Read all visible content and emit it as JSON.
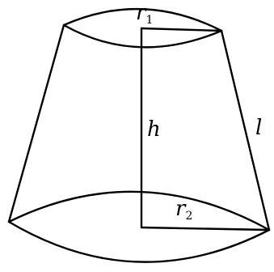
{
  "labels": {
    "top_radius": {
      "symbol": "r",
      "subscript": "1"
    },
    "bottom_radius": {
      "symbol": "r",
      "subscript": "2"
    },
    "height": "h",
    "slant": "l"
  },
  "colors": {
    "stroke": "#000000",
    "background": "#ffffff"
  }
}
